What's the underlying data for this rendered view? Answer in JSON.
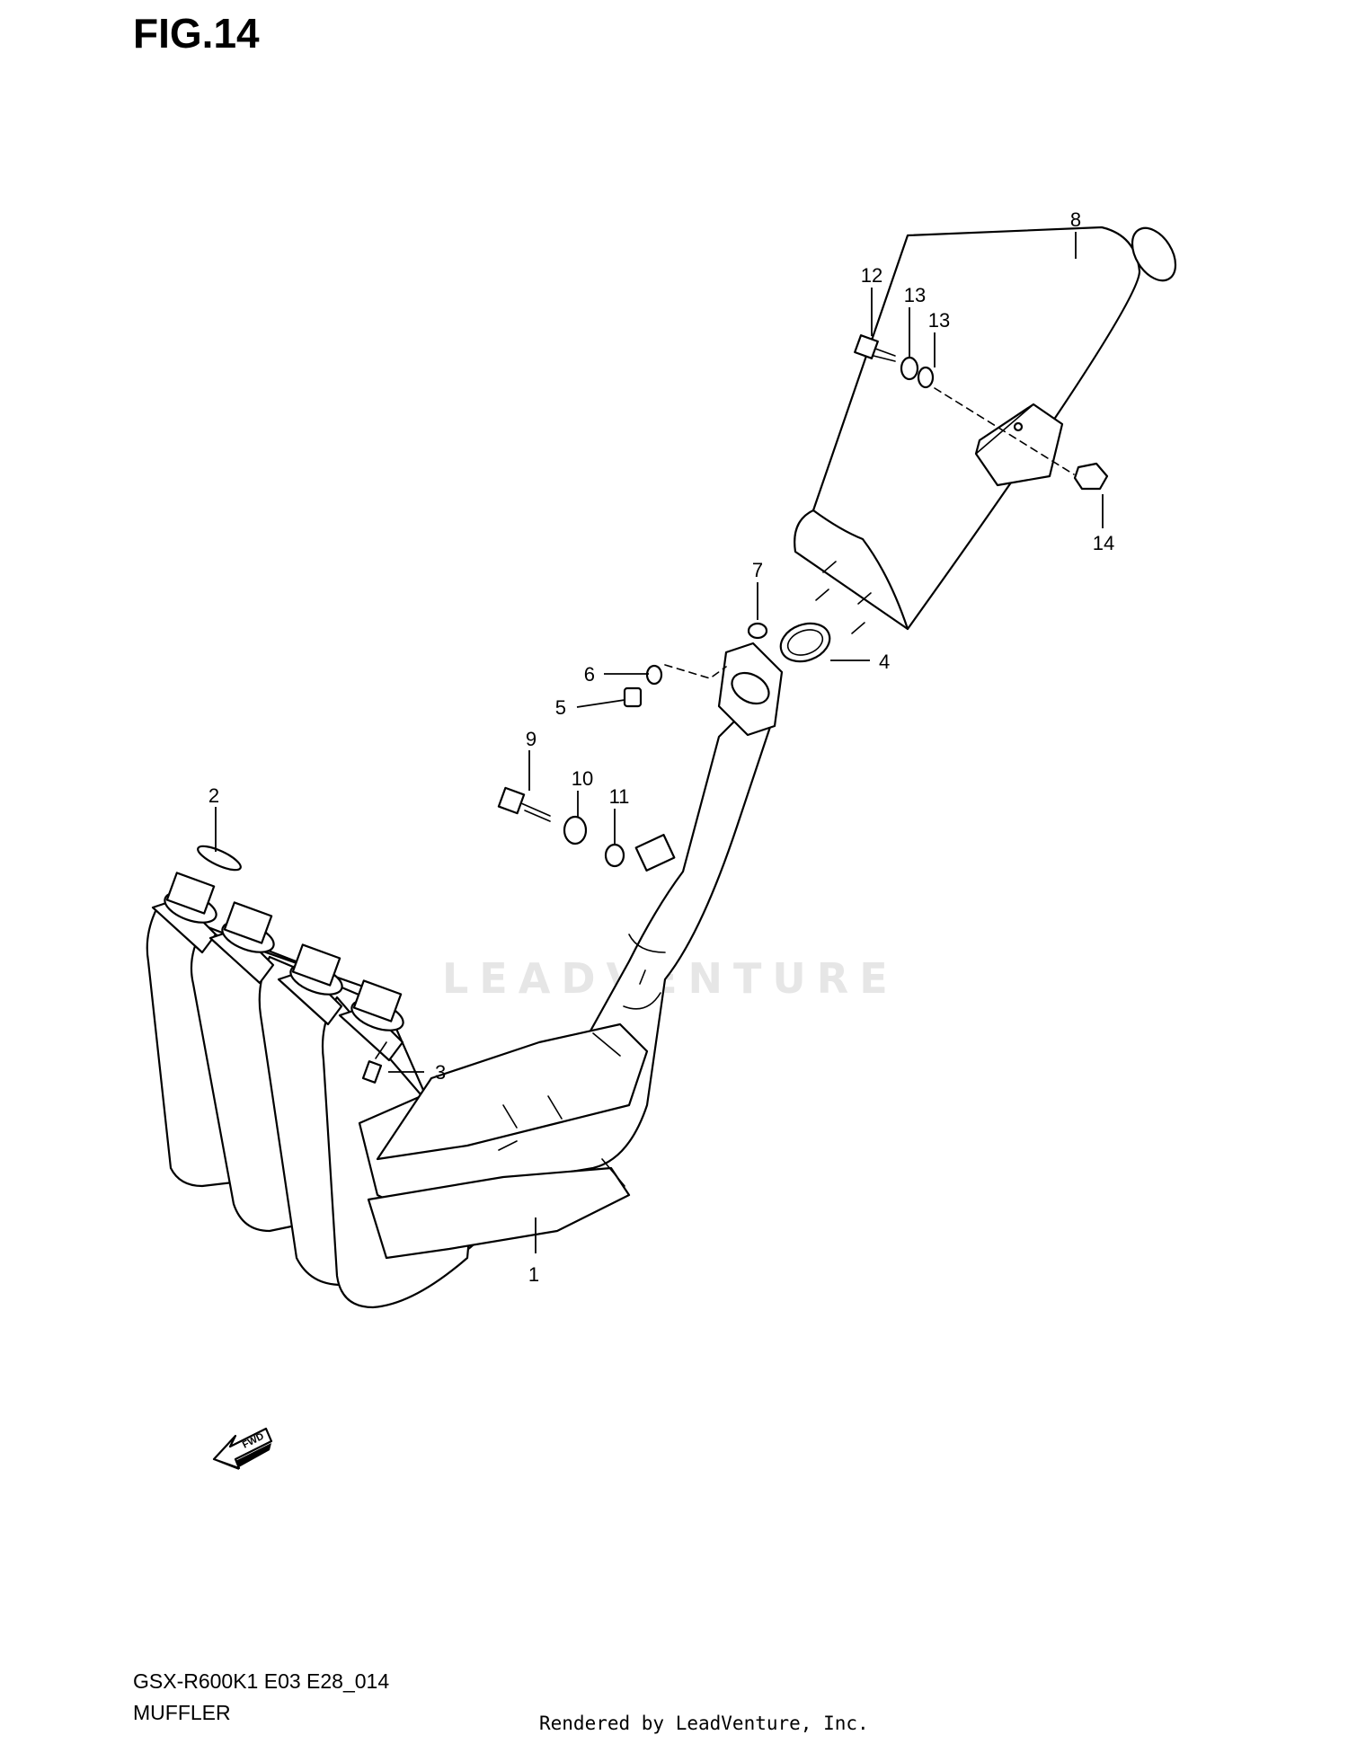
{
  "figure": {
    "title": "FIG.14",
    "code": "GSX-R600K1 E03 E28_014",
    "name": "MUFFLER",
    "credit": "Rendered by LeadVenture, Inc.",
    "watermark": "LEADVENTURE"
  },
  "callouts": [
    {
      "id": "1",
      "label": "1"
    },
    {
      "id": "2",
      "label": "2"
    },
    {
      "id": "3",
      "label": "3"
    },
    {
      "id": "4",
      "label": "4"
    },
    {
      "id": "5",
      "label": "5"
    },
    {
      "id": "6",
      "label": "6"
    },
    {
      "id": "7",
      "label": "7"
    },
    {
      "id": "8",
      "label": "8"
    },
    {
      "id": "9",
      "label": "9"
    },
    {
      "id": "10",
      "label": "10"
    },
    {
      "id": "11",
      "label": "11"
    },
    {
      "id": "12",
      "label": "12"
    },
    {
      "id": "13a",
      "label": "13"
    },
    {
      "id": "13b",
      "label": "13"
    },
    {
      "id": "14",
      "label": "14"
    }
  ],
  "direction_marker": {
    "label": "FWD",
    "icon": "arrow-icon"
  }
}
